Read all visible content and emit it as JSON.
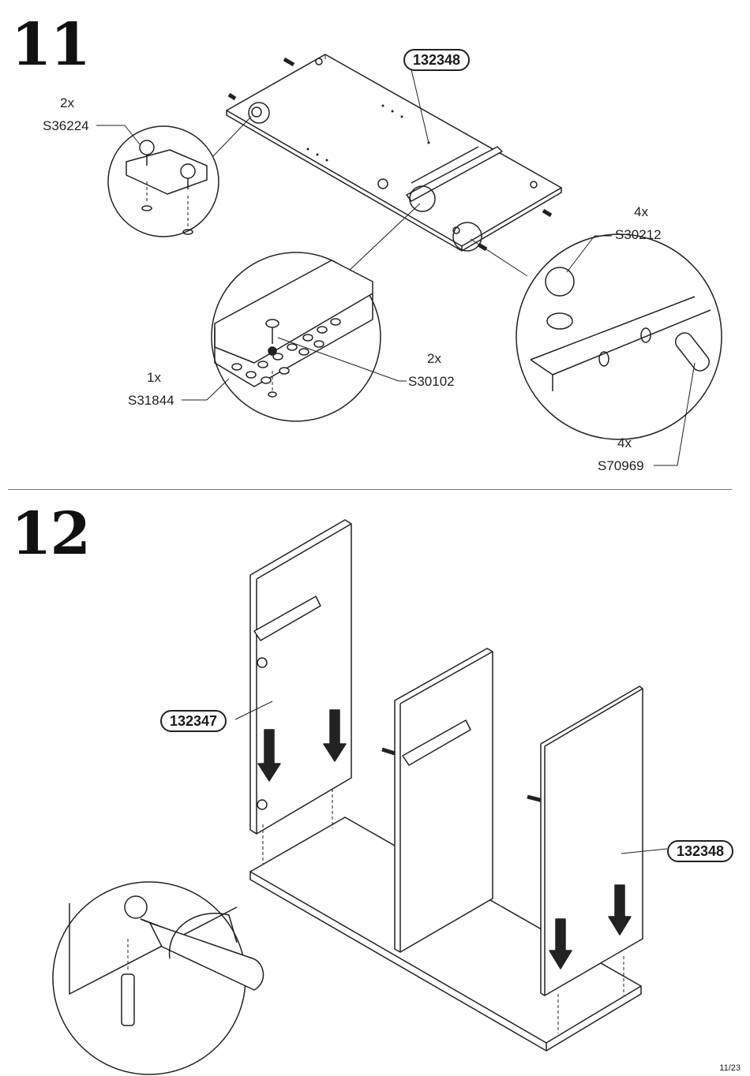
{
  "page_number": "11/23",
  "steps": [
    {
      "number": "11",
      "panel_label": "132348",
      "parts": [
        {
          "qty": "2x",
          "code": "S36224"
        },
        {
          "qty": "4x",
          "code": "S30212"
        },
        {
          "qty": "2x",
          "code": "S30102"
        },
        {
          "qty": "1x",
          "code": "S31844"
        },
        {
          "qty": "4x",
          "code": "S70969"
        }
      ]
    },
    {
      "number": "12",
      "panel_labels": [
        "132347",
        "132348"
      ]
    }
  ]
}
